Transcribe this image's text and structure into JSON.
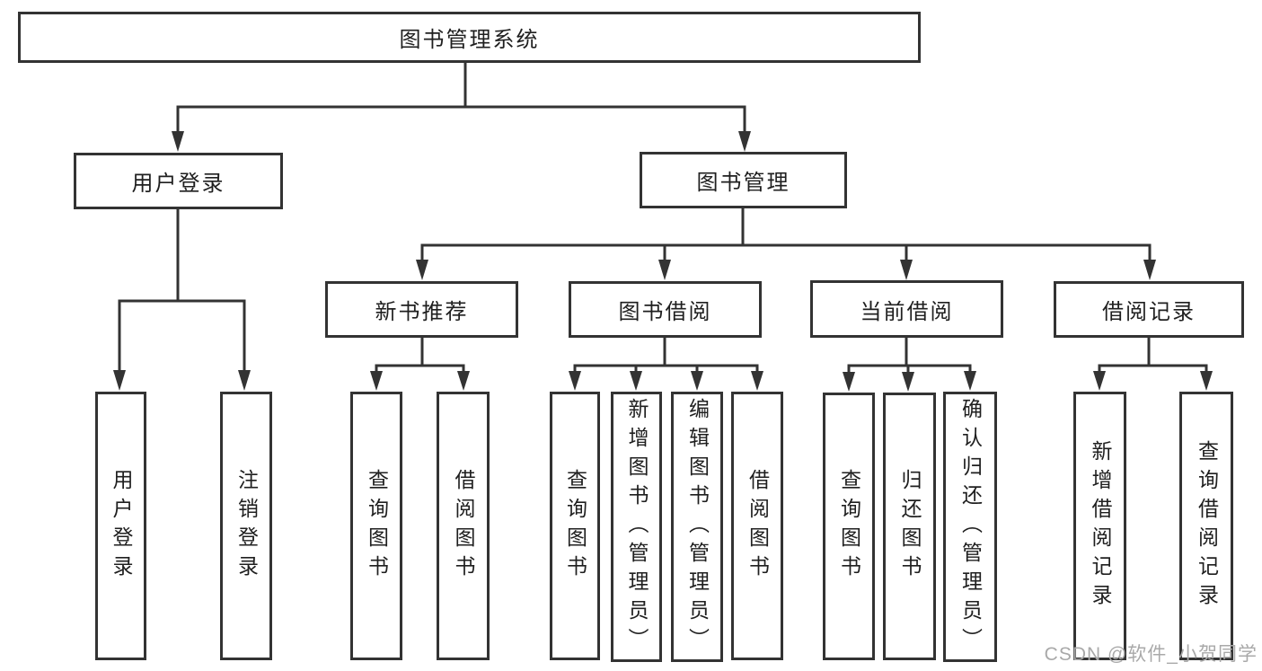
{
  "colors": {
    "line": "#333333",
    "node_border": "#333333",
    "text": "#1f1f1f",
    "watermark": "#a9a9a9",
    "background": "#ffffff"
  },
  "watermark": {
    "text": "CSDN @软件_小贺同学"
  },
  "tree": {
    "label": "图书管理系统",
    "children": [
      {
        "label": "用户登录",
        "children": [
          {
            "label": "用户登录"
          },
          {
            "label": "注销登录"
          }
        ]
      },
      {
        "label": "图书管理",
        "children": [
          {
            "label": "新书推荐",
            "children": [
              {
                "label": "查询图书"
              },
              {
                "label": "借阅图书"
              }
            ]
          },
          {
            "label": "图书借阅",
            "children": [
              {
                "label": "查询图书"
              },
              {
                "label": "新增图书（管理员）"
              },
              {
                "label": "编辑图书（管理员）"
              },
              {
                "label": "借阅图书"
              }
            ]
          },
          {
            "label": "当前借阅",
            "children": [
              {
                "label": "查询图书"
              },
              {
                "label": "归还图书"
              },
              {
                "label": "确认归还（管理员）"
              }
            ]
          },
          {
            "label": "借阅记录",
            "children": [
              {
                "label": "新增借阅记录"
              },
              {
                "label": "查询借阅记录"
              }
            ]
          }
        ]
      }
    ]
  }
}
